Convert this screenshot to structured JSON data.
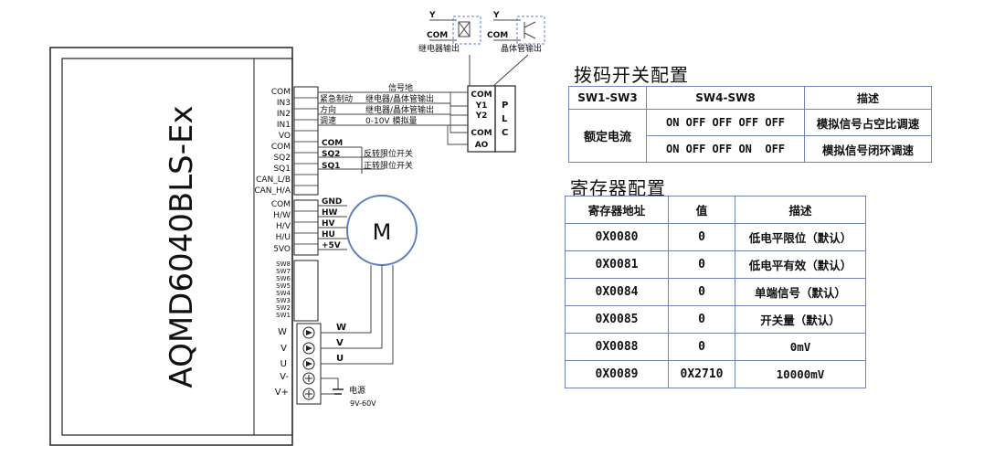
{
  "driver": {
    "model": "AQMD6040BLS-Ex",
    "pins_top": [
      "COM",
      "IN3",
      "IN2",
      "IN1",
      "VO",
      "COM",
      "SQ2",
      "SQ1",
      "CAN_L/B",
      "CAN_H/A"
    ],
    "pins_hall": [
      "COM",
      "H/W",
      "H/V",
      "H/U",
      "5VO"
    ],
    "pins_sw": [
      "SW8",
      "SW7",
      "SW6",
      "SW5",
      "SW4",
      "SW3",
      "SW2",
      "SW1"
    ],
    "pins_motor": [
      "W",
      "V",
      "U"
    ],
    "pins_power": [
      "V-",
      "V+"
    ]
  },
  "plc": {
    "label": "PLC",
    "terminals": [
      "COM",
      "Y1",
      "Y2",
      "COM",
      "AO"
    ],
    "signal_ground": "信号地",
    "lines": [
      {
        "name": "紧急制动",
        "type": "继电器/晶体管输出"
      },
      {
        "name": "方向",
        "type": "继电器/晶体管输出"
      },
      {
        "name": "调速",
        "type": "0-10V 模拟量"
      }
    ]
  },
  "output_types": {
    "relay": {
      "y": "Y",
      "com": "COM",
      "label": "继电器输出"
    },
    "transistor": {
      "y": "Y",
      "com": "COM",
      "label": "晶体管输出"
    }
  },
  "limits": {
    "com": "COM",
    "sq2": "SQ2",
    "sq2_desc": "反转限位开关",
    "sq1": "SQ1",
    "sq1_desc": "正转限位开关"
  },
  "hall": [
    "GND",
    "HW",
    "HV",
    "HU",
    "+5V"
  ],
  "motor": {
    "label": "M",
    "phases": [
      "W",
      "V",
      "U"
    ]
  },
  "power": {
    "label": "电源",
    "range": "9V-60V"
  },
  "dip": {
    "title": "拨码开关配置",
    "headers": [
      "SW1-SW3",
      "SW4-SW8",
      "描述"
    ],
    "row_label": "额定电流",
    "rows": [
      {
        "sw": "ON OFF OFF OFF OFF",
        "desc": "模拟信号占空比调速"
      },
      {
        "sw": "ON OFF OFF ON  OFF",
        "desc": "模拟信号闭环调速"
      }
    ]
  },
  "registers": {
    "title": "寄存器配置",
    "headers": [
      "寄存器地址",
      "值",
      "描述"
    ],
    "rows": [
      {
        "addr": "0X0080",
        "val": "0",
        "desc": "低电平限位（默认）"
      },
      {
        "addr": "0X0081",
        "val": "0",
        "desc": "低电平有效（默认）"
      },
      {
        "addr": "0X0084",
        "val": "0",
        "desc": "单端信号（默认）"
      },
      {
        "addr": "0X0085",
        "val": "0",
        "desc": "开关量（默认）"
      },
      {
        "addr": "0X0088",
        "val": "0",
        "desc": "0mV"
      },
      {
        "addr": "0X0089",
        "val": "0X2710",
        "desc": "10000mV"
      }
    ]
  }
}
